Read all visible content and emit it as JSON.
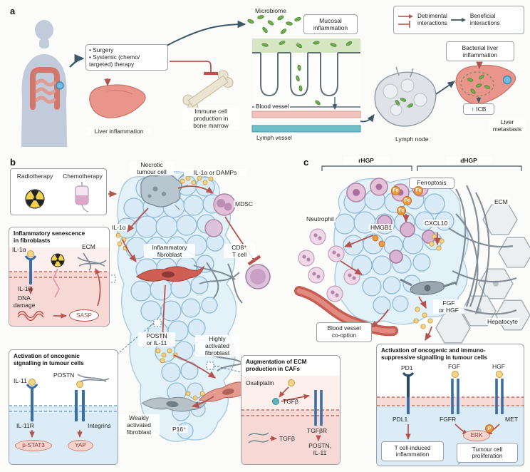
{
  "colors": {
    "detrimental": "#b5534e",
    "beneficial": "#3d5866",
    "bacteria": "#6fae4e",
    "liver": "#e9958c",
    "tumour_cell": "#d9ebf7",
    "yellow_ligand": "#f3d489"
  },
  "panel_a": {
    "letter": "a",
    "legend_detrimental": "Detrimental\ninteractions",
    "legend_beneficial": "Beneficial\ninteractions",
    "therapy": "• Surgery\n• Systemic (chemo/\ntargeted) therapy",
    "liver_inflammation": "Liver inflammation",
    "bone_marrow": "Immune cell\nproduction in\nbone marrow",
    "microbiome": "Microbiome",
    "mucosal": "Mucosal\ninflammation",
    "blood_vessel": "Blood vessel",
    "lymph_vessel": "Lymph vessel",
    "lymph_node": "Lymph node",
    "bacterial_liver": "Bacterial liver\ninflammation",
    "icb": "↑ ICB",
    "liver_metastasis": "Liver\nmetastasis"
  },
  "panel_b": {
    "letter": "b",
    "radiotherapy": "Radiotherapy",
    "chemotherapy": "Chemotherapy",
    "necrotic": "Necrotic\ntumour cell",
    "il1a_damps": "IL-1α or DAMPs",
    "mdsc": "MDSC",
    "il1a": "IL-1α",
    "inflammatory_fibroblast": "Inflammatory\nfibroblast",
    "cd8": "CD8⁺\nT cell",
    "postn_or_il11": "POSTN\nor IL-11",
    "highly_activated": "Highly\nactivated\nfibroblast",
    "weakly_activated": "Weakly\nactivated\nfibroblast",
    "p16": "P16⁺",
    "box_senescence": {
      "title": "Inflammatory senescence\nin fibroblasts",
      "il1a": "IL-1α",
      "ecm": "ECM",
      "il1r": "IL-1R",
      "dna_damage": "DNA\ndamage",
      "sasp": "SASP"
    },
    "box_oncogenic": {
      "title": "Activation of oncogenic\nsignalling in tumour cells",
      "il11": "IL-11",
      "postn": "POSTN",
      "il11r": "IL-11R",
      "integrins": "Integrins",
      "pstat3": "p-STAT3",
      "yap": "YAP"
    },
    "box_ecm": {
      "title": "Augmentation of ECM\nproduction in CAFs",
      "oxaliplatin": "Oxaliplatin",
      "tgfb": "TGFβ",
      "tgfbr": "TGFβR",
      "tgfb_out": "TGFβ",
      "postn_il11": "POSTN,\nIL-11"
    }
  },
  "panel_c": {
    "letter": "c",
    "rhgp": "rHGP",
    "dhgp": "dHGP",
    "ferroptosis": "Ferroptosis",
    "ecm": "ECM",
    "neutrophil": "Neutrophil",
    "hmgb1": "HMGB1",
    "cxcl10": "CXCL10",
    "fe": "Fe",
    "fgf_or_hgf": "FGF\nor HGF",
    "blood_vessel_cooption": "Blood vessel\nco-option",
    "hepatocyte": "Hepatocyte",
    "box_signalling": {
      "title": "Activation of oncogenic and immuno-\nsuppressive signalling in tumour cells",
      "pd1": "PD1",
      "fgf": "FGF",
      "hgf": "HGF",
      "pdl1": "PDL1",
      "fgfr": "FGFR",
      "met": "MET",
      "erk": "ERK",
      "p": "P",
      "tcell": "T cell-induced\ninflammation",
      "proliferation": "Tumour cell\nproliferation"
    }
  }
}
